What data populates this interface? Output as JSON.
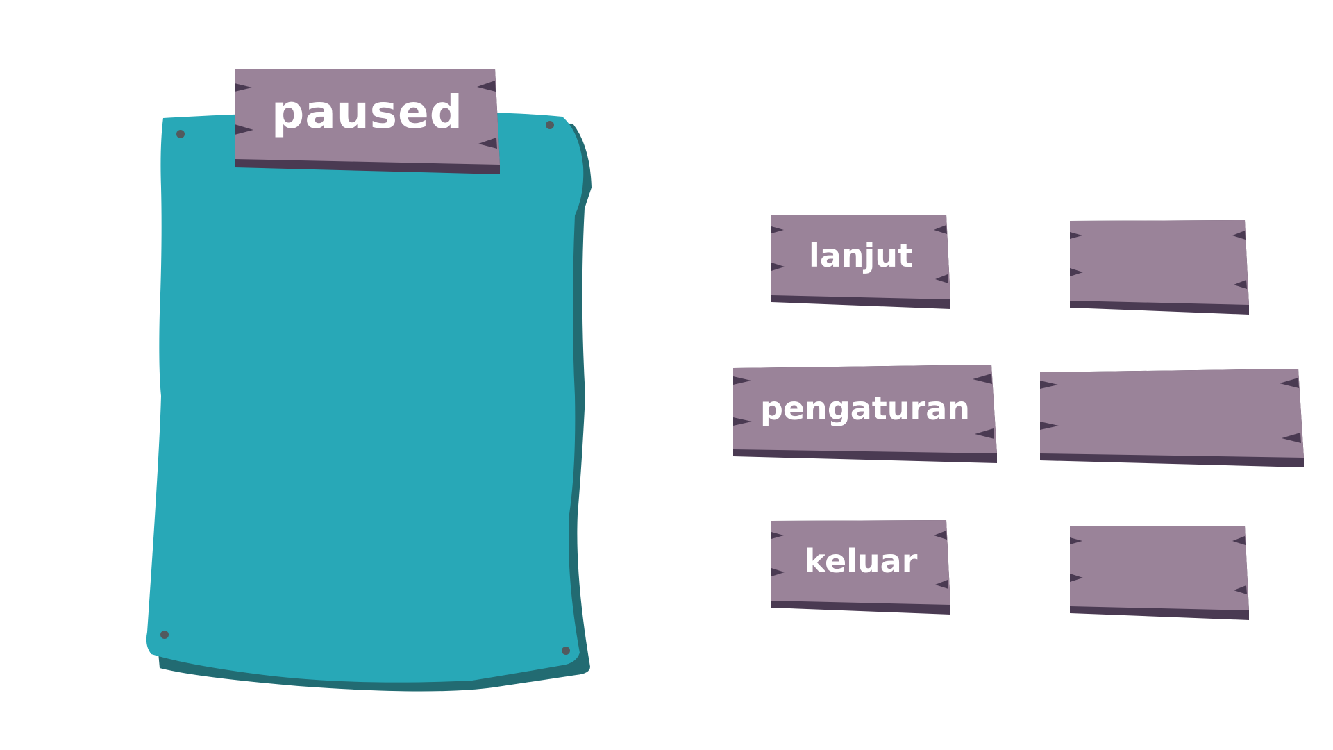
{
  "colors": {
    "background": "#ffffff",
    "board": "#28a8b7",
    "board_shadow": "#226b72",
    "board_pin": "#525a5e",
    "plank": "#9a8399",
    "plank_dark": "#4a3a52",
    "text": "#ffffff"
  },
  "title": "paused",
  "menu": {
    "resume_label": "lanjut",
    "settings_label": "pengaturan",
    "exit_label": "keluar"
  }
}
